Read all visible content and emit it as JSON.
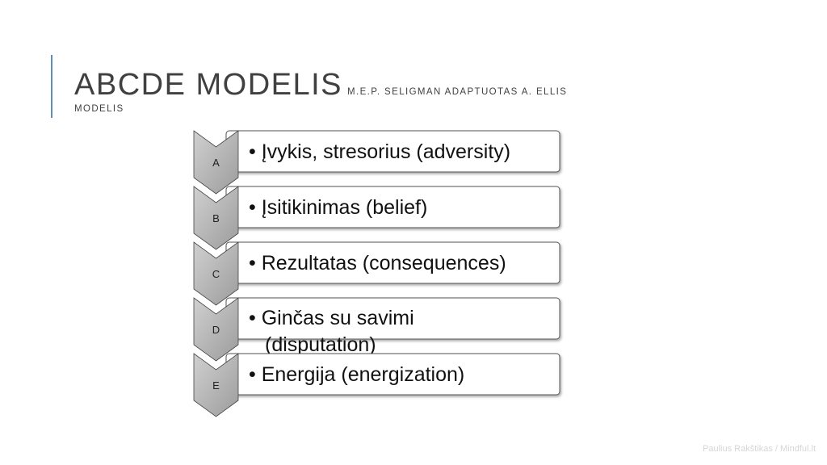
{
  "slide": {
    "title_main": "ABCDE modelis",
    "title_sub": "M.E.P. Seligman adaptuotas A. Ellis",
    "title_sub2": "modelis",
    "footer": "Paulius Rakštikas / Mindful.lt"
  },
  "steps": [
    {
      "letter": "A",
      "lines": [
        "• Įvykis, stresorius (adversity)"
      ]
    },
    {
      "letter": "B",
      "lines": [
        "• Įsitikinimas (belief)"
      ]
    },
    {
      "letter": "C",
      "lines": [
        "• Rezultatas (consequences)"
      ]
    },
    {
      "letter": "D",
      "lines": [
        "• Ginčas su savimi",
        "(disputation)"
      ]
    },
    {
      "letter": "E",
      "lines": [
        "• Energija (energization)"
      ]
    }
  ],
  "colors": {
    "accent": "#5b8fb9",
    "chevron_fill": "#a6a6a6",
    "title_text": "#404040",
    "footer_text": "#d6d6d6"
  }
}
